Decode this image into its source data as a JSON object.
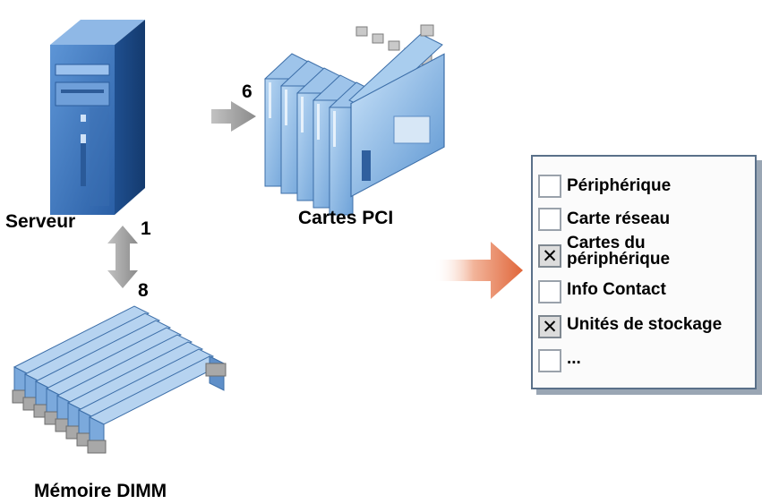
{
  "labels": {
    "server": "Serveur",
    "pci": "Cartes PCI",
    "dimm": "Mémoire DIMM",
    "count_server": "1",
    "count_pci": "6",
    "count_dimm": "8"
  },
  "icons": [
    "server-tower-icon",
    "pci-cards-icon",
    "dimm-memory-icon",
    "right-arrow-icon",
    "bidirectional-arrow-icon",
    "orange-arrow-icon"
  ],
  "checklist": {
    "items": [
      {
        "label": "Périphérique",
        "checked": false,
        "mark": ""
      },
      {
        "label": "Carte réseau",
        "checked": false,
        "mark": ""
      },
      {
        "label": "Cartes du périphérique",
        "checked": true,
        "mark": "✕"
      },
      {
        "label": "Info Contact",
        "checked": false,
        "mark": ""
      },
      {
        "label": "Unités de stockage",
        "checked": true,
        "mark": "✕"
      },
      {
        "label": "...",
        "checked": false,
        "mark": ""
      }
    ]
  },
  "colors": {
    "server_blue": "#3f78bf",
    "card_blue": "#7eb0e0",
    "arrow_gray": "#9a9a9a",
    "accent_orange": "#e2744a",
    "panel_border": "#5a7089"
  }
}
